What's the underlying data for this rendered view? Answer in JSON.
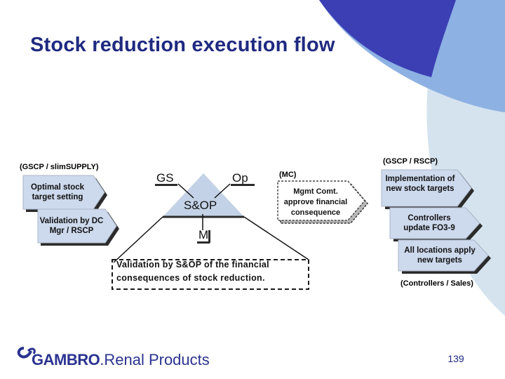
{
  "slide": {
    "title": "Stock reduction execution flow",
    "page_number": "139"
  },
  "left_group": {
    "label": "(GSCP / slimSUPPLY)",
    "box1": "Optimal stock target setting",
    "box2": "Validation by DC Mgr / RSCP"
  },
  "center": {
    "node_gs": "GS",
    "node_op": "Op",
    "node_sop": "S&OP",
    "node_m": "M",
    "validation_line1": "Validation by S&OP of the financial",
    "validation_line2": "consequences of stock reduction."
  },
  "mc_group": {
    "label": "(MC)",
    "box": "Mgmt Comt. approve financial consequence"
  },
  "right_group": {
    "label_top": "(GSCP / RSCP)",
    "box1": "Implementation of new stock targets",
    "box2": "Controllers update FO3-9",
    "box3": "All locations apply new targets",
    "label_bottom": "(Controllers / Sales)"
  },
  "logo": {
    "brand": "GAMBRO",
    "suffix": "Renal Products"
  },
  "colors": {
    "title": "#1f2a80",
    "box_fill": "#cdd9ec",
    "box_shadow": "#2b2b2b",
    "triangle_fill": "#c3d2e6",
    "arc_dark": "#3b3fb0",
    "arc_light": "#8fb3df",
    "arc_pale": "#cfe0ee"
  }
}
